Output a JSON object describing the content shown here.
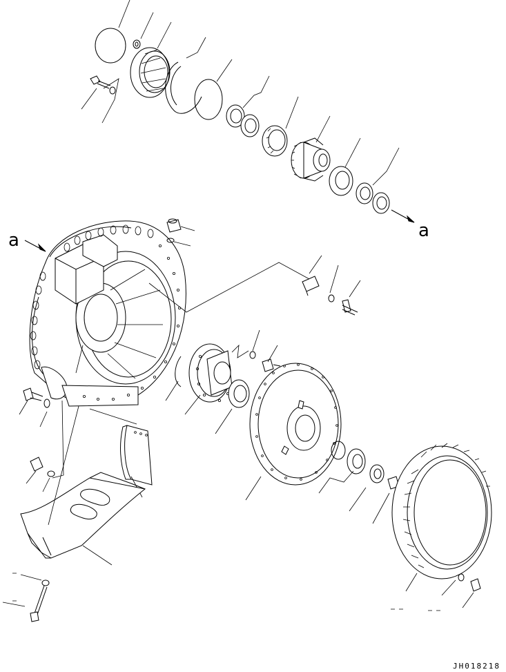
{
  "diagram": {
    "reference_letter_left": "a",
    "reference_letter_right": "a",
    "drawing_code": "JH018218"
  }
}
